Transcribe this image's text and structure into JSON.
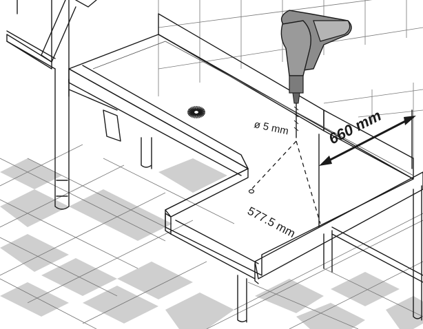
{
  "annotations": {
    "hole_diameter": "ø 5 mm",
    "width_dimension": "660 mm",
    "length_dimension": "577.5 mm"
  },
  "colors": {
    "line": "#1a1a1a",
    "floor_tile_gray": "#cfcfcf",
    "drill_body": "#8c8c8c",
    "drill_handle": "#b4b4b4",
    "table_surface": "#ffffff"
  },
  "icons": {
    "drill": "power-drill-icon",
    "drain": "drain-grate-icon"
  }
}
